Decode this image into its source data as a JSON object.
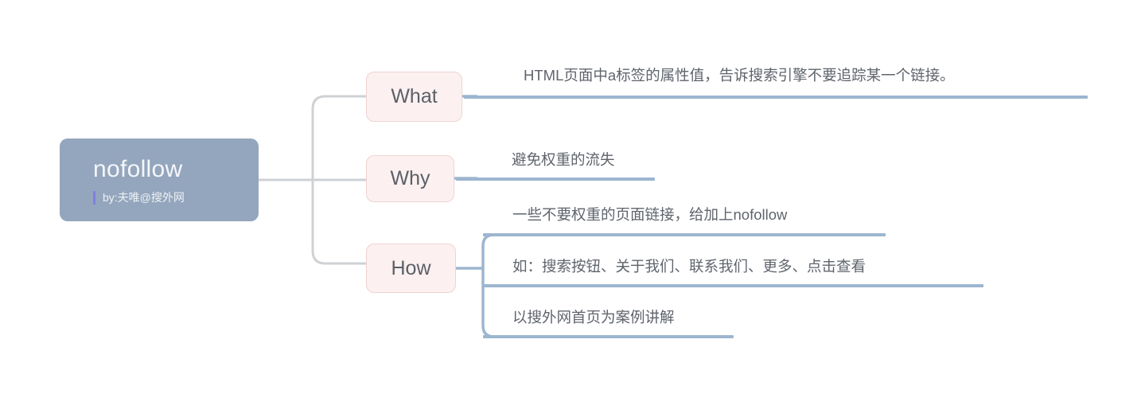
{
  "diagram": {
    "type": "mindmap",
    "background_color": "#ffffff",
    "root": {
      "title": "nofollow",
      "subtitle": "by:夫唯@搜外网",
      "fill_color": "#94a6bd",
      "title_color": "#f4f6f9",
      "accent_color": "#7f7fe0"
    },
    "branch_style": {
      "fill_color": "#fcf0f0",
      "border_color": "#f0d3d3",
      "text_color": "#5b6068"
    },
    "connector_colors": {
      "root_to_branch": "#cfd2d4",
      "branch_to_leaf": "#9db6d0"
    },
    "branches": [
      {
        "label": "What",
        "leaves": [
          {
            "text": "HTML页面中a标签的属性值，告诉搜索引擎不要追踪某一个链接。"
          }
        ]
      },
      {
        "label": "Why",
        "leaves": [
          {
            "text": "避免权重的流失"
          }
        ]
      },
      {
        "label": "How",
        "leaves": [
          {
            "text": "一些不要权重的页面链接，给加上nofollow"
          },
          {
            "text": "如：搜索按钮、关于我们、联系我们、更多、点击查看"
          },
          {
            "text": "以搜外网首页为案例讲解"
          }
        ]
      }
    ]
  }
}
